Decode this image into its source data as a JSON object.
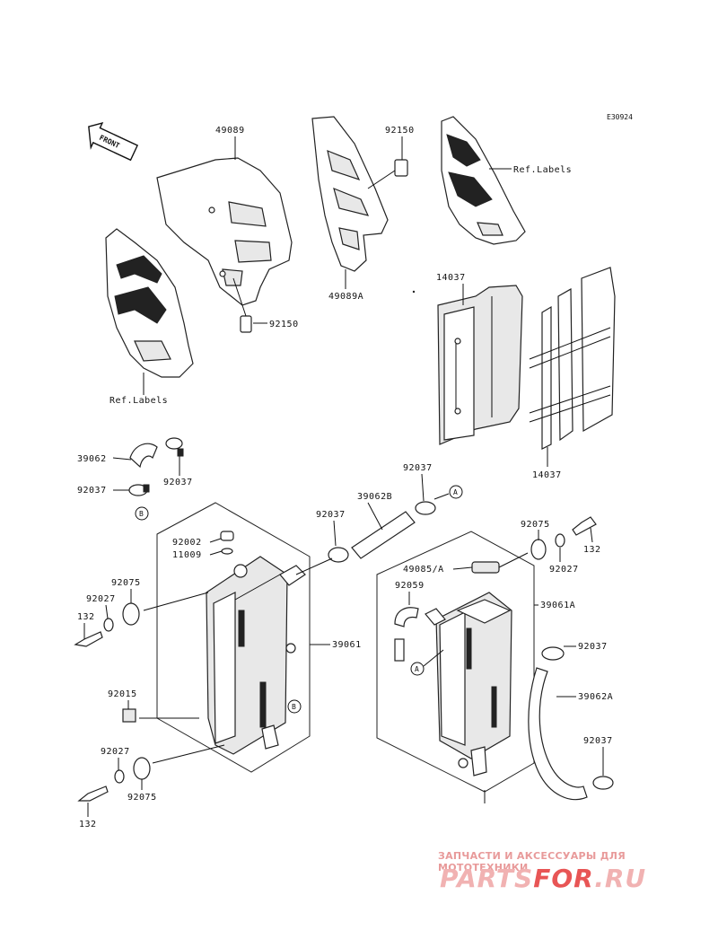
{
  "diagram_code": "E30924",
  "front_label": "FRONT",
  "parts": {
    "p49089": "49089",
    "p92150_a": "92150",
    "p92150_b": "92150",
    "p49089A": "49089A",
    "ref_labels_a": "Ref.Labels",
    "ref_labels_b": "Ref.Labels",
    "p14037_a": "14037",
    "p14037_b": "14037",
    "p39062": "39062",
    "p92037_a": "92037",
    "p92037_b": "92037",
    "p92037_c": "92037",
    "p39062B": "39062B",
    "p92037_d": "92037",
    "p92002": "92002",
    "p11009": "11009",
    "p92075_a": "92075",
    "p92027_a": "92027",
    "p132_a": "132",
    "p92015": "92015",
    "p39061": "39061",
    "p92027_b": "92027",
    "p92075_b": "92075",
    "p132_b": "132",
    "p92075_c": "92075",
    "p132_c": "132",
    "p92027_c": "92027",
    "p49085A": "49085/A",
    "p92059": "92059",
    "p39061A": "39061A",
    "p92037_e": "92037",
    "p39062A": "39062A",
    "p92037_f": "92037"
  },
  "callouts": {
    "B1": "B",
    "A1": "A",
    "B2": "B",
    "A2": "A"
  },
  "watermark": {
    "subtitle": "ЗАПЧАСТИ И АКСЕССУАРЫ ДЛЯ МОТОТЕХНИКИ",
    "brand_main": "PARTS",
    "brand_accent": "FOR",
    "brand_tail": ".RU"
  }
}
